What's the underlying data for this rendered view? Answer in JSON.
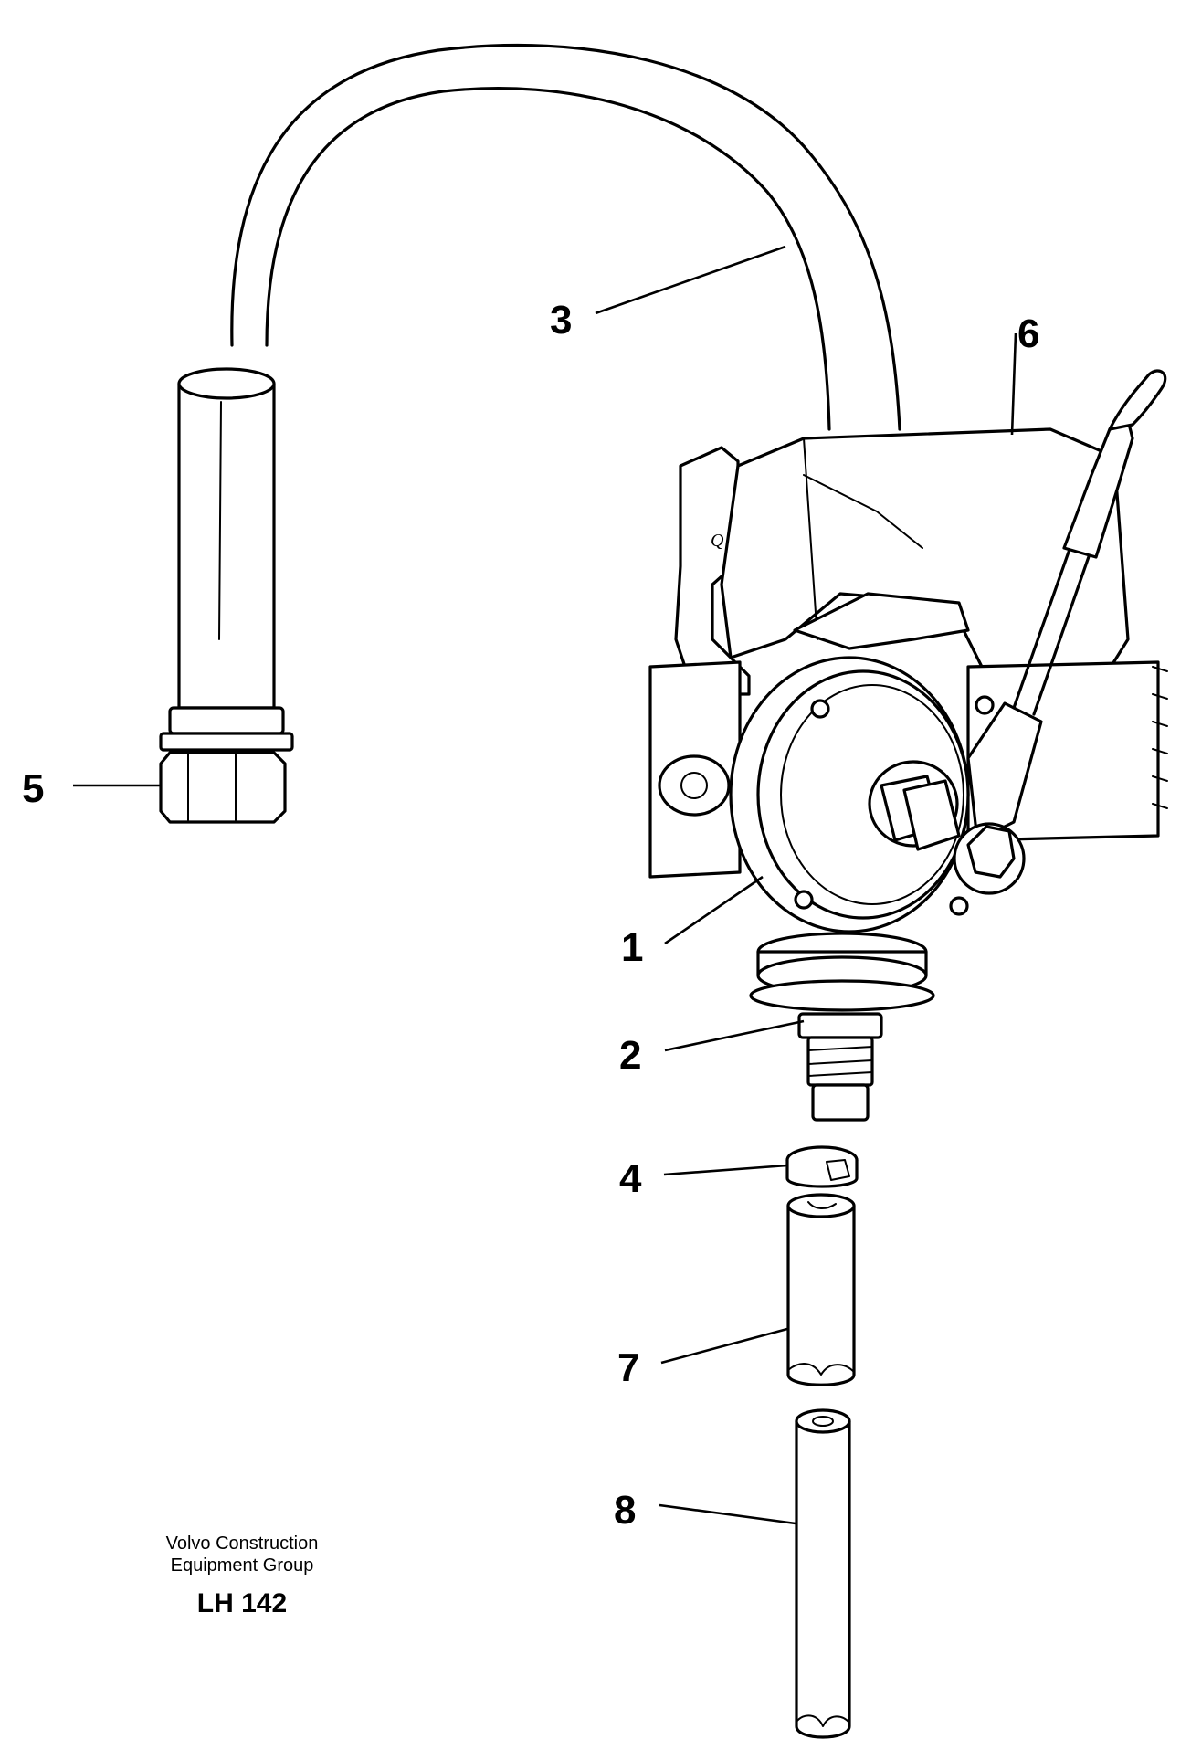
{
  "callouts": {
    "c1": "1",
    "c2": "2",
    "c3": "3",
    "c4": "4",
    "c5": "5",
    "c6": "6",
    "c7": "7",
    "c8": "8"
  },
  "footer": {
    "company_line1": "Volvo Construction",
    "company_line2": "Equipment Group",
    "code": "LH 142"
  },
  "colors": {
    "ink": "#000000",
    "paper": "#ffffff"
  }
}
